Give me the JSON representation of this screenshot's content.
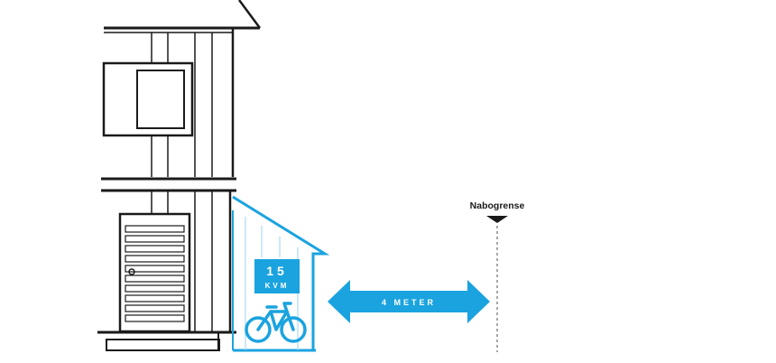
{
  "diagram": {
    "shed_area_number": "15",
    "shed_area_unit": "KVM",
    "distance_label": "4 METER",
    "boundary_label": "Nabogrense"
  },
  "colors": {
    "accent_blue": "#1aa3df",
    "line_black": "#1a1a1a",
    "boundary_gray": "#8a8a8a",
    "label_text_white": "#ffffff"
  },
  "icons": {
    "bicycle": "bicycle-icon",
    "boundary_marker": "triangle-down-icon",
    "arrow": "double-arrow-icon"
  }
}
